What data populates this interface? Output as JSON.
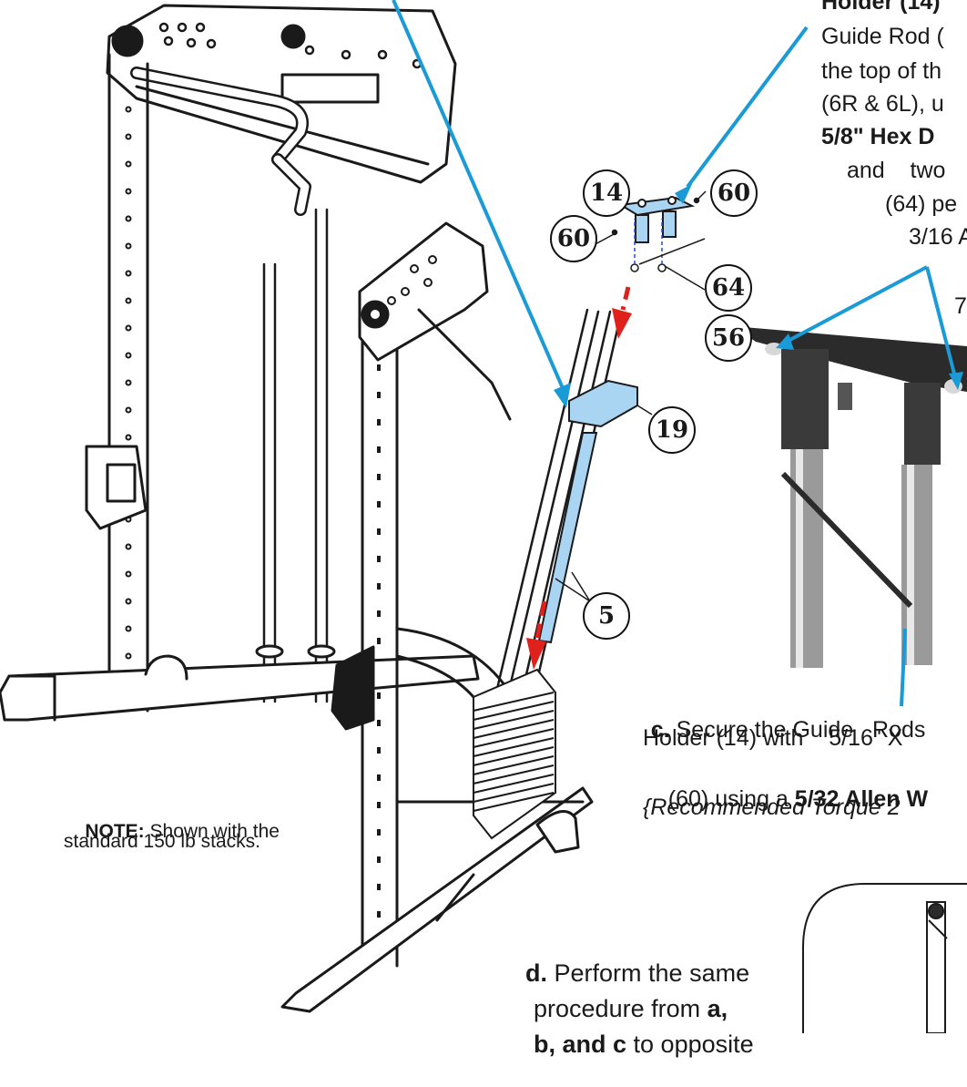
{
  "step_b": {
    "lines": [
      [
        {
          "text": "Holder (14)",
          "bold": true
        }
      ],
      [
        {
          "text": "Guide Rod (",
          "bold": false
        }
      ],
      [
        {
          "text": "the top of th",
          "bold": false
        }
      ],
      [
        {
          "text": "(6R & 6L), u",
          "bold": false
        }
      ],
      [
        {
          "text": "5/8\" Hex  D",
          "bold": true
        }
      ],
      [
        {
          "text": "and    two",
          "bold": false
        }
      ],
      [
        {
          "text": "(64) pe",
          "bold": false
        }
      ],
      [
        {
          "text": "3/16 A",
          "bold": false
        }
      ],
      [
        {
          "text": "7",
          "bold": false
        }
      ]
    ]
  },
  "step_c": {
    "label": "c.",
    "line1": "Secure the Guide   Rods",
    "line2": "Holder (14) with    5/16\" X",
    "line3_pre": "(60) using a ",
    "line3_bold": "5/32 Allen W",
    "line4": "{Recommended Torque 2"
  },
  "note": {
    "label": "NOTE:",
    "line1": " Shown with the",
    "line2": "standard 150 lb stacks."
  },
  "step_d": {
    "label": "d.",
    "line1": " Perform the same",
    "line2_pre": "procedure from ",
    "line2_bold": "a,",
    "line3_bold": "b, and c",
    "line3_post": " to opposite"
  },
  "callouts": {
    "c14": "14",
    "c60a": "60",
    "c60b": "60",
    "c64": "64",
    "c56": "56",
    "c19": "19",
    "c5": "5"
  },
  "colors": {
    "leader": "#1a9ad6",
    "highlight": "#a9d4f2",
    "arrow": "#e0201b",
    "ink": "#1a1a1a",
    "metal": "#3a3a3a"
  }
}
